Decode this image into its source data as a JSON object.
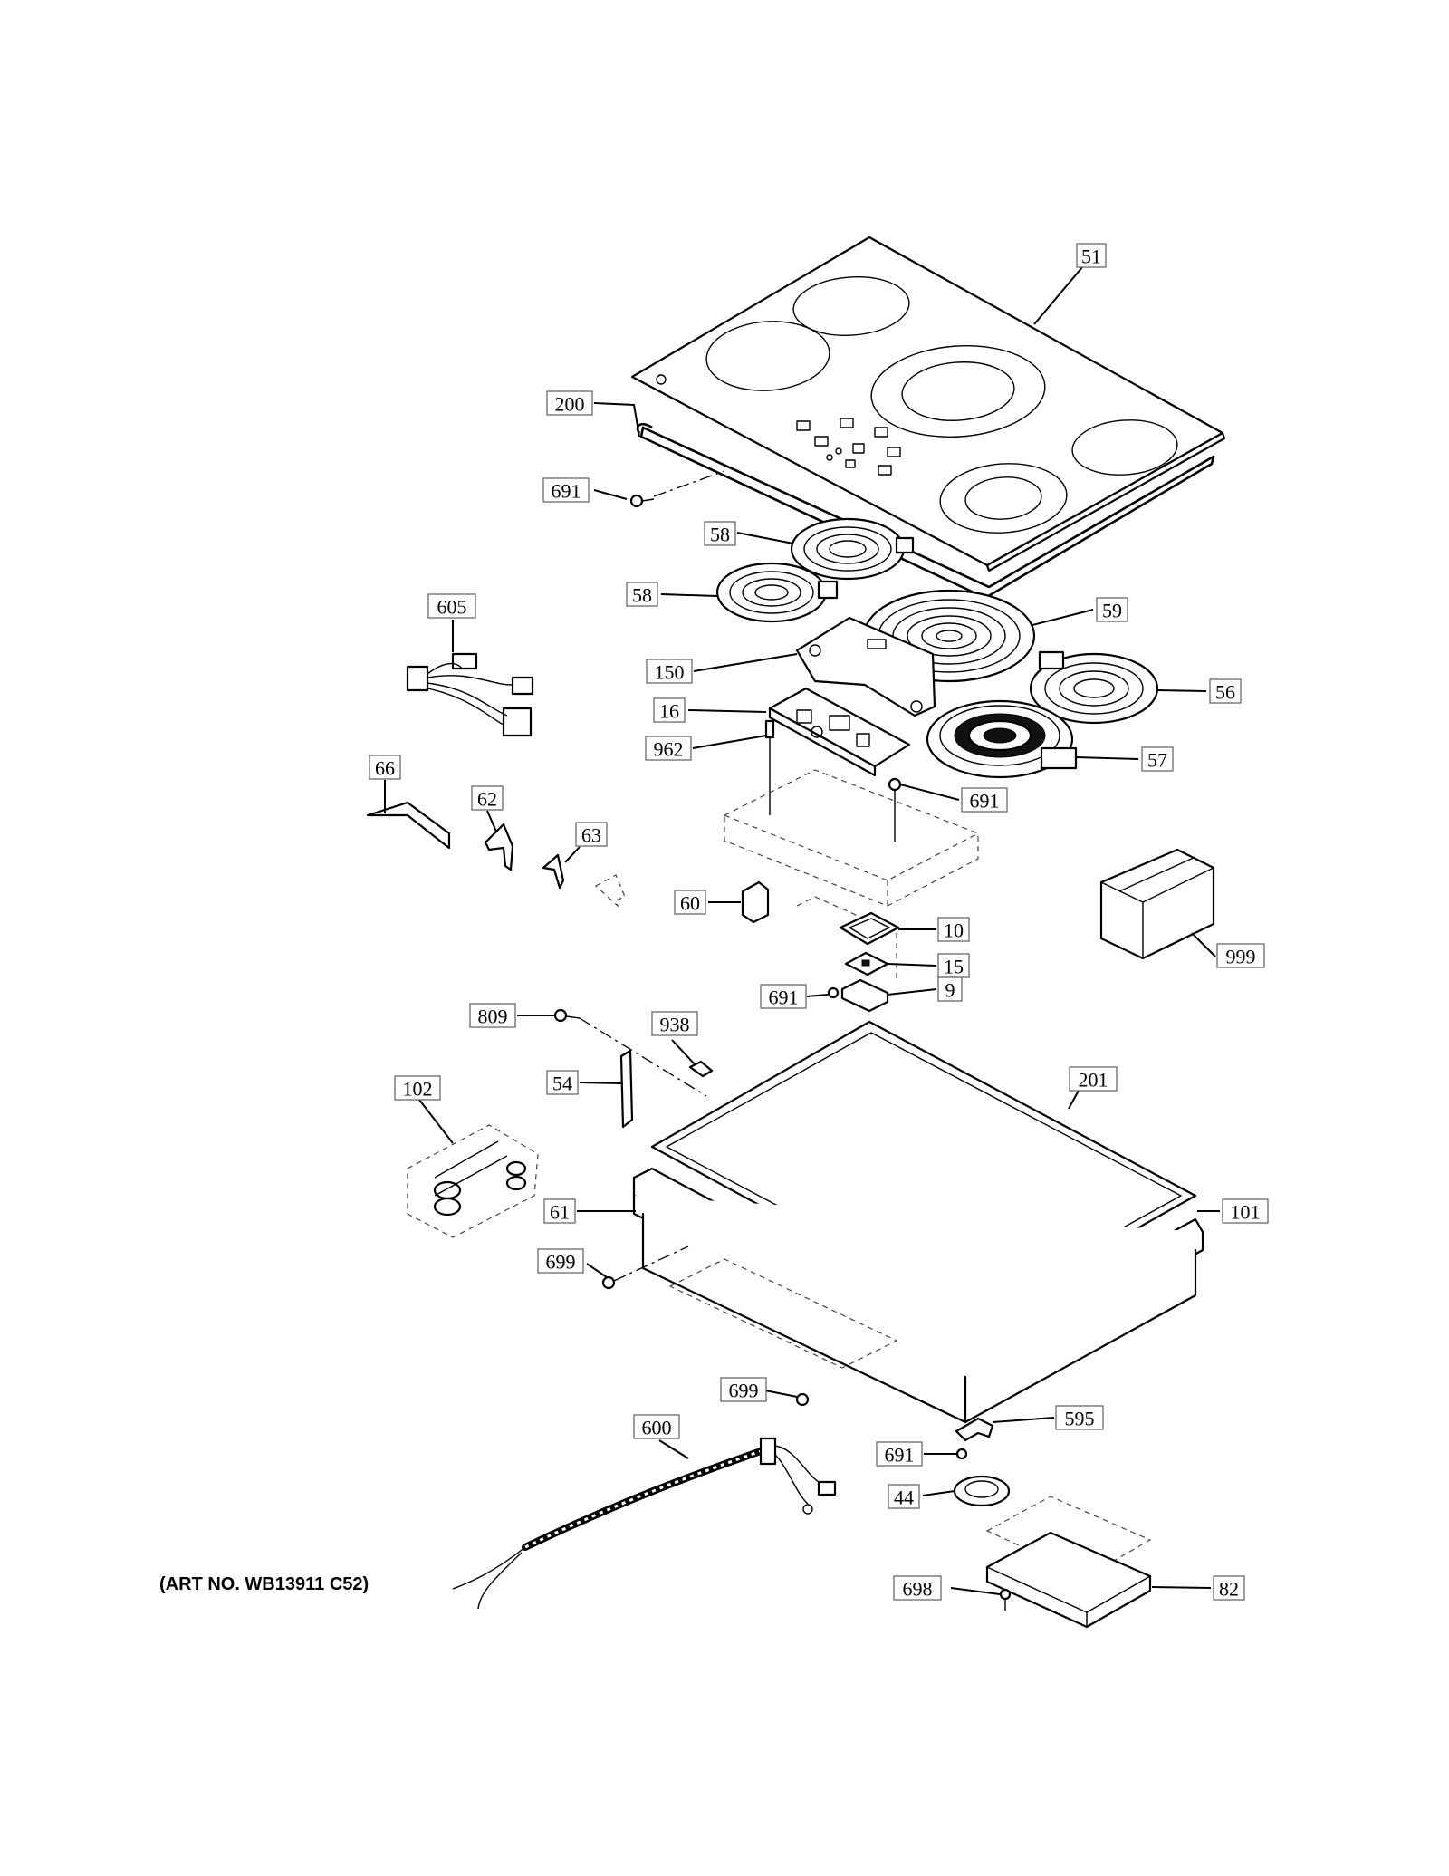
{
  "art_number": "(ART NO. WB13911 C52)",
  "callouts": [
    {
      "id": "c51",
      "label": "51"
    },
    {
      "id": "c200",
      "label": "200"
    },
    {
      "id": "c691a",
      "label": "691"
    },
    {
      "id": "c58a",
      "label": "58"
    },
    {
      "id": "c58b",
      "label": "58"
    },
    {
      "id": "c59",
      "label": "59"
    },
    {
      "id": "c605",
      "label": "605"
    },
    {
      "id": "c150",
      "label": "150"
    },
    {
      "id": "c56",
      "label": "56"
    },
    {
      "id": "c16",
      "label": "16"
    },
    {
      "id": "c962",
      "label": "962"
    },
    {
      "id": "c57",
      "label": "57"
    },
    {
      "id": "c66",
      "label": "66"
    },
    {
      "id": "c62",
      "label": "62"
    },
    {
      "id": "c691b",
      "label": "691"
    },
    {
      "id": "c63",
      "label": "63"
    },
    {
      "id": "c60",
      "label": "60"
    },
    {
      "id": "c10",
      "label": "10"
    },
    {
      "id": "c999",
      "label": "999"
    },
    {
      "id": "c15",
      "label": "15"
    },
    {
      "id": "c691c",
      "label": "691"
    },
    {
      "id": "c9",
      "label": "9"
    },
    {
      "id": "c809",
      "label": "809"
    },
    {
      "id": "c938",
      "label": "938"
    },
    {
      "id": "c201",
      "label": "201"
    },
    {
      "id": "c54",
      "label": "54"
    },
    {
      "id": "c102",
      "label": "102"
    },
    {
      "id": "c61",
      "label": "61"
    },
    {
      "id": "c101",
      "label": "101"
    },
    {
      "id": "c699a",
      "label": "699"
    },
    {
      "id": "c699b",
      "label": "699"
    },
    {
      "id": "c595",
      "label": "595"
    },
    {
      "id": "c600",
      "label": "600"
    },
    {
      "id": "c691d",
      "label": "691"
    },
    {
      "id": "c44",
      "label": "44"
    },
    {
      "id": "c698",
      "label": "698"
    },
    {
      "id": "c82",
      "label": "82"
    }
  ]
}
